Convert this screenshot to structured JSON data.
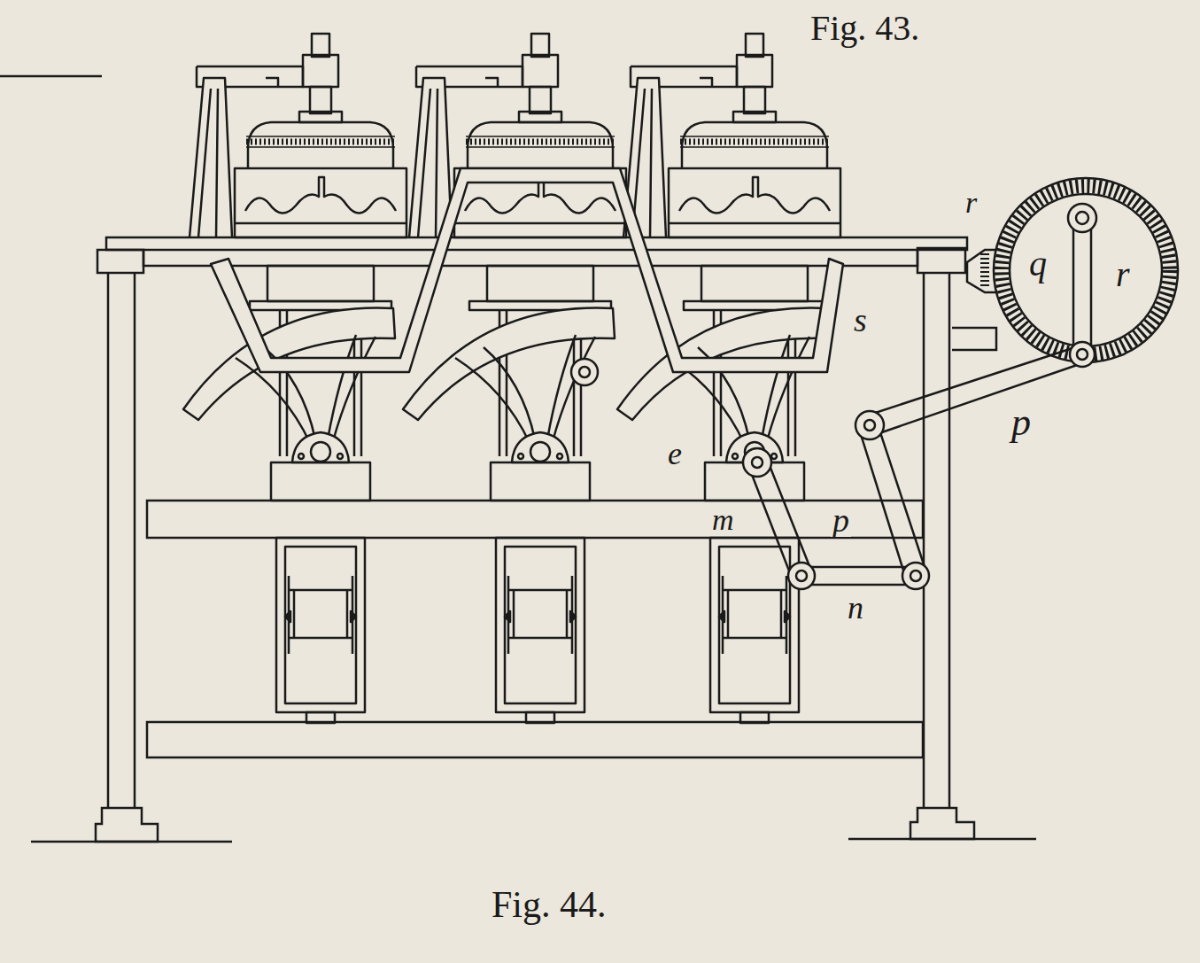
{
  "diagram": {
    "caption": "Fig. 44.",
    "labels": [
      "Fig. 43.",
      "r",
      "q",
      "r",
      "s",
      "p",
      "e",
      "m",
      "p",
      "n"
    ]
  }
}
